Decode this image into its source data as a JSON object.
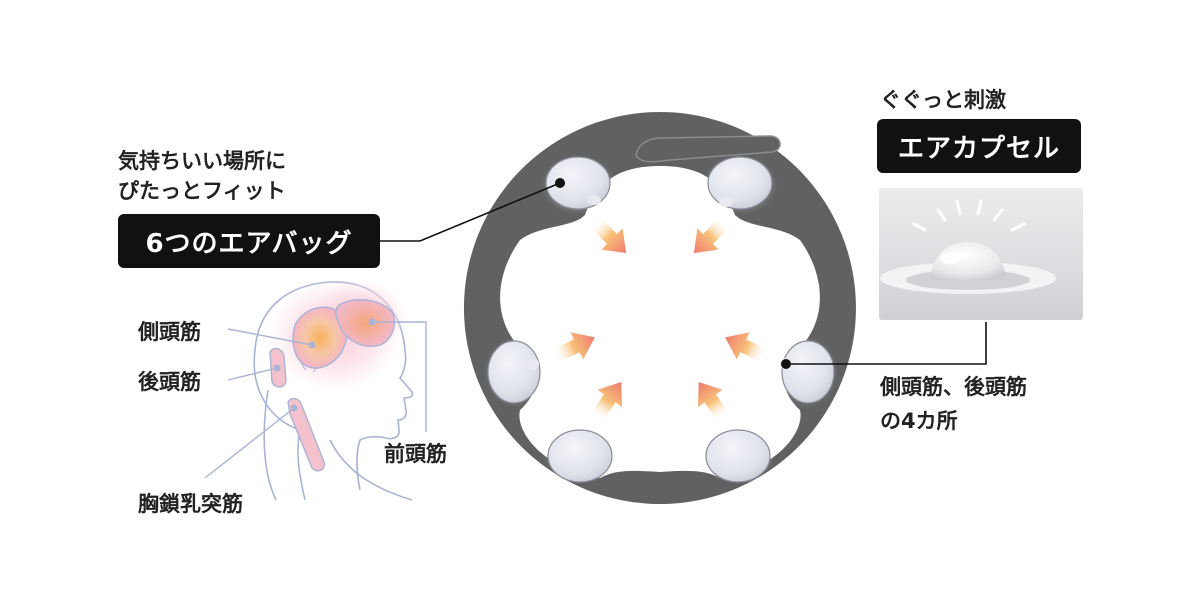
{
  "left_panel": {
    "headline_line1": "気持ちいい場所に",
    "headline_line2": "ぴたっとフィット",
    "badge": "6つのエアバッグ"
  },
  "right_panel": {
    "subtitle": "ぐぐっと刺激",
    "badge": "エアカプセル",
    "location_line1": "側頭筋、後頭筋",
    "location_line2": "の4カ所"
  },
  "muscles": {
    "temporal": "側頭筋",
    "occipital": "後頭筋",
    "frontal": "前頭筋",
    "sternocleidomastoid": "胸鎖乳突筋"
  },
  "colors": {
    "ring": "#5f6163",
    "airbag": "#e4e6ec",
    "arrow": "#f0925a",
    "glow": "#f5b6c8",
    "badge_bg": "#111111",
    "line": "#a9b3d6"
  },
  "icons": {
    "arrows": "arrow-icon",
    "airbags": "airbag-icon"
  }
}
